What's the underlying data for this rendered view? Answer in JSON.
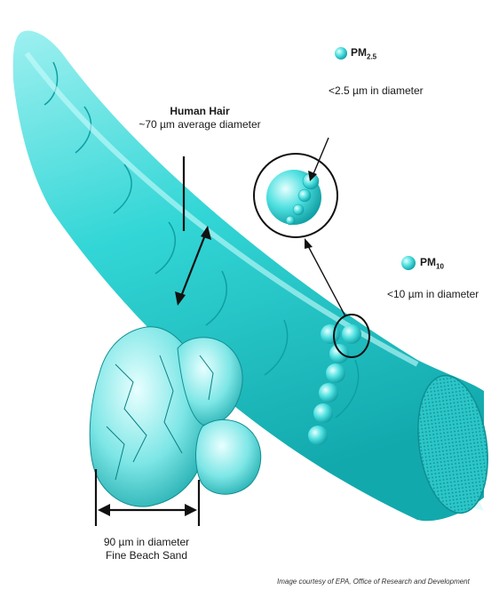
{
  "colors": {
    "particle": "#33d6d6",
    "particle_dark": "#12a9ad",
    "particle_light": "#b8f3f3",
    "outline": "#111111"
  },
  "labels": {
    "pm25_prefix": "PM",
    "pm25_sub": "2.5",
    "pm25_desc": "<2.5 µm in diameter",
    "pm10_prefix": "PM",
    "pm10_sub": "10",
    "pm10_desc": "<10 µm in diameter",
    "hair_title": "Human Hair",
    "hair_desc": "~70 µm average diameter",
    "sand_desc": "90 µm in diameter",
    "sand_title": "Fine Beach Sand",
    "credit": "Image courtesy of EPA, Office of Research and Development"
  }
}
